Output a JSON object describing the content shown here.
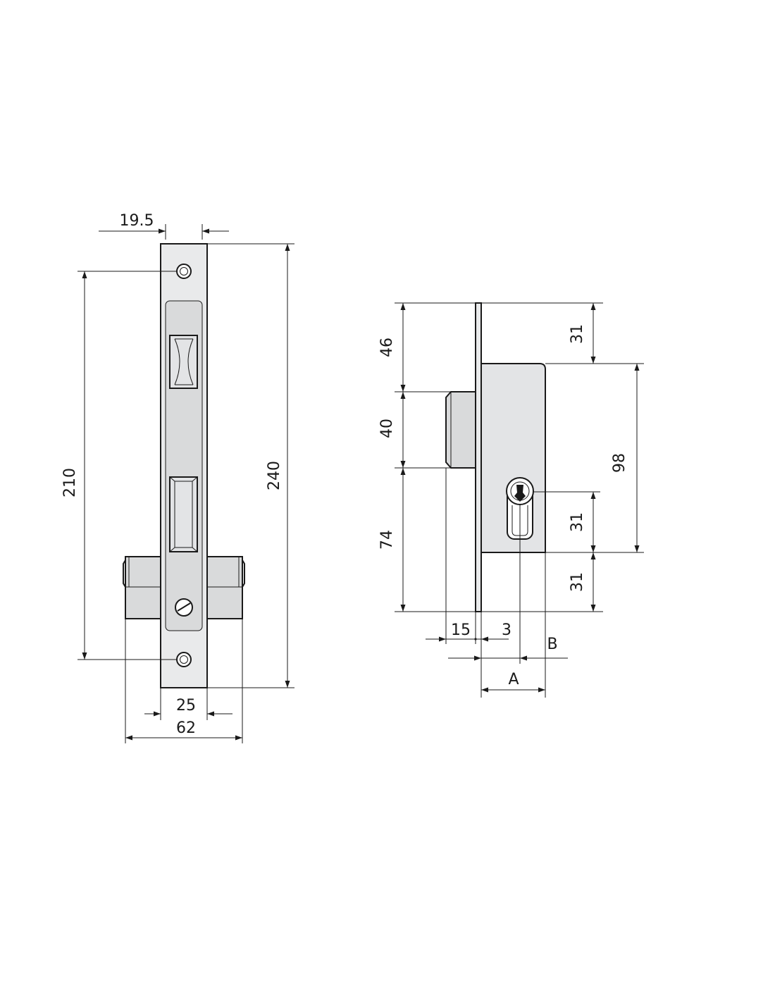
{
  "colors": {
    "line": "#1a1a1a",
    "plate": "#e9eaeb",
    "plate_shadow": "#d9dadb",
    "background": "#ffffff"
  },
  "front_view": {
    "dims": {
      "faceplate_width": "19.5",
      "screw_spacing": "210",
      "total_height": "240",
      "cylinder_width": "25",
      "total_width": "62"
    }
  },
  "side_view": {
    "dims": {
      "top_to_case": "46",
      "bolt_height": "40",
      "bottom_height": "74",
      "plate_to_case_top": "31",
      "case_height": "98",
      "cylinder_offset": "31",
      "cylinder_to_bottom": "31",
      "bolt_projection": "15",
      "plate_thickness": "3",
      "backset_label": "A",
      "case_depth_label": "B"
    }
  }
}
